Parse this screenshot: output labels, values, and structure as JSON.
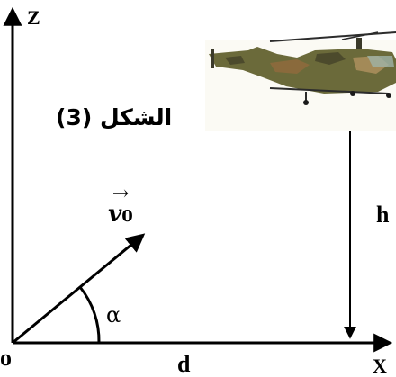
{
  "figure_caption": "الشكل (3)",
  "axes": {
    "vertical_label": "Z",
    "horizontal_label": "X",
    "origin_label": "o"
  },
  "velocity": {
    "arrow": "→",
    "symbol": "v",
    "subscript": "0"
  },
  "angle_label": "α",
  "distance_label": "d",
  "height_label": "h",
  "colors": {
    "ink": "#000000",
    "background": "#ffffff",
    "helicopter_camo": "#6b6a3a"
  }
}
